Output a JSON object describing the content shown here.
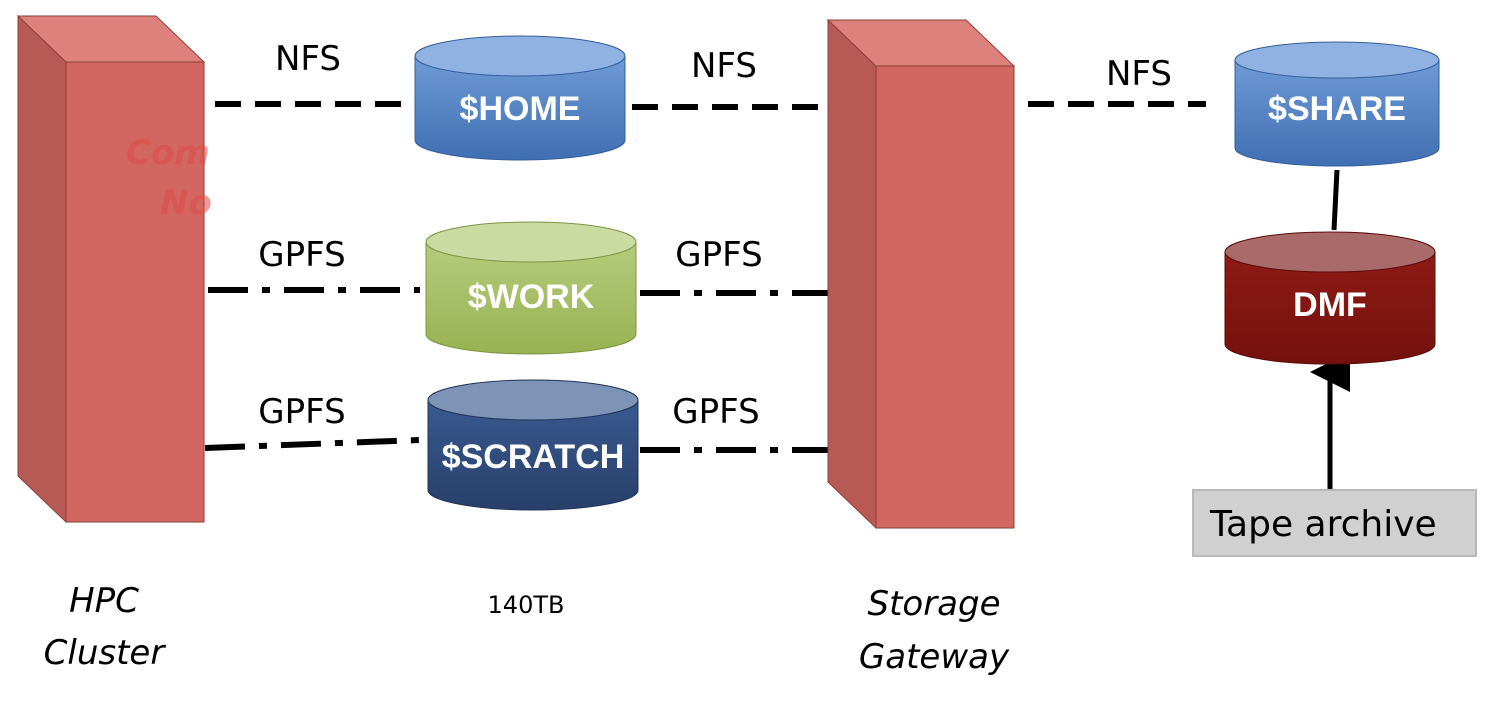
{
  "nodes": {
    "hpc_cluster": {
      "line1": "HPC",
      "line2": "Cluster",
      "hidden_text_line1": "Com",
      "hidden_text_line2": "No"
    },
    "storage_gateway": {
      "line1": "Storage",
      "line2": "Gateway"
    }
  },
  "storage": {
    "home": "$HOME",
    "work": "$WORK",
    "scratch": "$SCRATCH",
    "share": "$SHARE",
    "dmf": "DMF",
    "capacity_label": "140TB"
  },
  "protocols": {
    "home_left": "NFS",
    "home_right": "NFS",
    "share_left": "NFS",
    "work_left": "GPFS",
    "work_right": "GPFS",
    "scratch_left": "GPFS",
    "scratch_right": "GPFS"
  },
  "tape_archive": {
    "label": "Tape archive"
  },
  "colors": {
    "server_front": "#d16760",
    "server_side": "#b75a55",
    "server_top": "#dc817b",
    "home": "#4a7ec4",
    "work": "#a3bd5f",
    "scratch": "#2e4a7c",
    "share": "#4a7ec4",
    "dmf": "#7d1410",
    "tape_box": "#d0d0d0"
  }
}
